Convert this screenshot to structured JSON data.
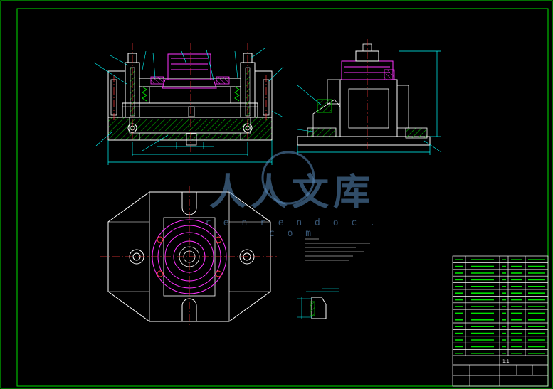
{
  "watermark": {
    "text": "人人文库",
    "url": "r e n r e n d o c . c o m"
  },
  "title_block": {
    "scale_value": "1:1"
  },
  "colors": {
    "frame": "#00e000",
    "geometry": "#ffffff",
    "dimension": "#00ffff",
    "centerline": "#ff3b3b",
    "pressure_part": "#ff33ff",
    "hatch": "#00b000",
    "table_line": "#ffffff"
  }
}
